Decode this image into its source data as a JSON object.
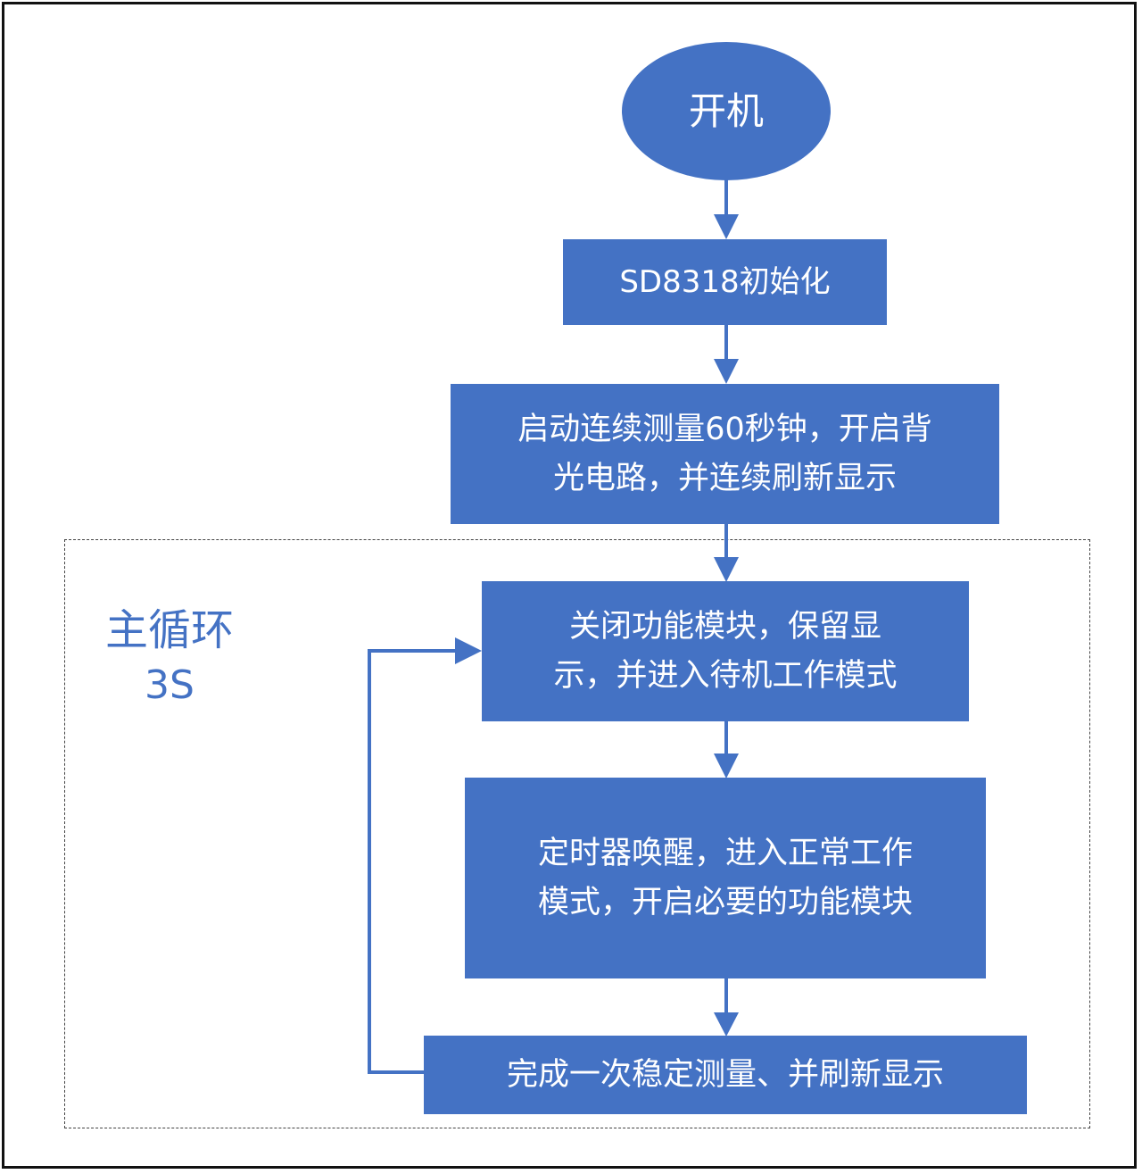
{
  "colors": {
    "node_fill": "#4472C4",
    "node_text": "#FFFFFF",
    "connector": "#4472C4",
    "loop_label": "#4472C4",
    "frame": "#111111",
    "loop_border": "#444444"
  },
  "nodes": {
    "start": "开机",
    "init": "SD8318初始化",
    "measure_line1": "启动连续测量60秒钟，开启背",
    "measure_line2": "光电路，并连续刷新显示",
    "standby_line1": "关闭功能模块，保留显",
    "standby_line2": "示，并进入待机工作模式",
    "wake_line1": "定时器唤醒，进入正常工作",
    "wake_line2": "模式，开启必要的功能模块",
    "complete": "完成一次稳定测量、并刷新显示"
  },
  "loop": {
    "label": "主循环",
    "period": "3S"
  }
}
